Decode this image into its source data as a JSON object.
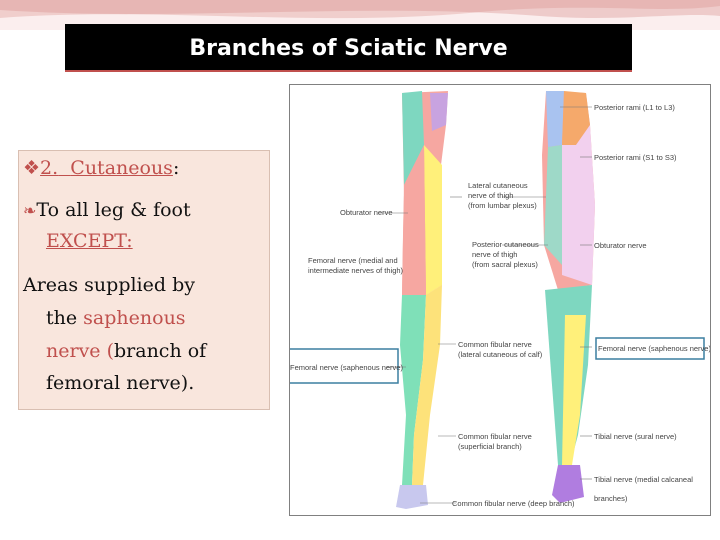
{
  "title": "Branches of Sciatic Nerve",
  "content": {
    "heading_prefix": "2.",
    "heading_term": "Cutaneous",
    "heading_colon": ":",
    "bullet_text": "To all leg & foot",
    "except_text": "EXCEPT:",
    "areas_line1": "Areas supplied by",
    "areas_line2_plain": "the",
    "areas_line2_red": "saphenous",
    "areas_line3_red": "nerve (",
    "areas_line3_plain": "branch of",
    "areas_line4": "femoral nerve)."
  },
  "figure": {
    "labels": {
      "posterior_rami_l1_l3": "Posterior rami (L1 to L3)",
      "posterior_rami_s1_s3": "Posterior rami (S1 to S3)",
      "lateral_cutaneous_1": "Lateral cutaneous",
      "lateral_cutaneous_2": "nerve of thigh",
      "lateral_cutaneous_3": "(from lumbar plexus)",
      "obturator_left": "Obturator nerve",
      "obturator_right": "Obturator nerve",
      "femoral_branches_1": "Femoral nerve (medial and",
      "femoral_branches_2": "intermediate nerves of thigh)",
      "posterior_cutaneous_1": "Posterior cutaneous",
      "posterior_cutaneous_2": "nerve of thigh",
      "posterior_cutaneous_3": "(from sacral plexus)",
      "femoral_saphenous_right": "Femoral nerve (saphenous nerve)",
      "femoral_saphenous_left": "Femoral nerve (saphenous nerve)",
      "common_fibular_lateral_1": "Common fibular nerve",
      "common_fibular_lateral_2": "(lateral cutaneous of calf)",
      "common_fibular_superficial_1": "Common fibular nerve",
      "common_fibular_superficial_2": "(superficial branch)",
      "tibial_sural": "Tibial nerve (sural nerve)",
      "tibial_calcaneal_1": "Tibial nerve (medial calcaneal",
      "tibial_calcaneal_2": "branches)",
      "common_fibular_deep": "Common fibular nerve (deep branch)"
    }
  },
  "colors": {
    "accent_red": "#c0504d",
    "title_bg": "#000000",
    "text_box_bg": "#f9e6dd",
    "highlight_box": "#3b7fa0"
  }
}
